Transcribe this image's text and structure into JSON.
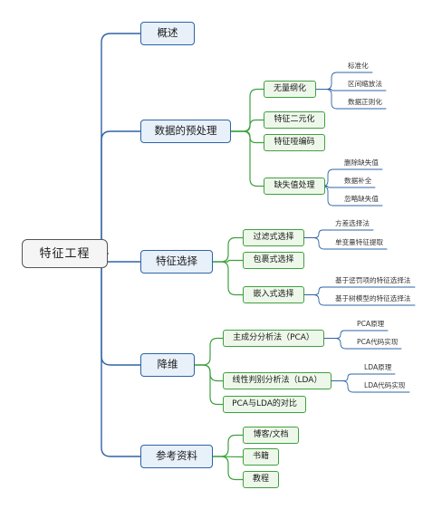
{
  "root": {
    "label": "特征工程"
  },
  "branches": [
    {
      "label": "概述",
      "children": []
    },
    {
      "label": "数据的预处理",
      "children": [
        {
          "label": "无量纲化",
          "children": [
            "标准化",
            "区间缩放法",
            "数据正则化"
          ]
        },
        {
          "label": "特征二元化",
          "children": []
        },
        {
          "label": "特征哑编码",
          "children": []
        },
        {
          "label": "缺失值处理",
          "children": [
            "删除缺失值",
            "数据补全",
            "忽略缺失值"
          ]
        }
      ]
    },
    {
      "label": "特征选择",
      "children": [
        {
          "label": "过滤式选择",
          "children": [
            "方差选择法",
            "单变量特征提取"
          ]
        },
        {
          "label": "包裹式选择",
          "children": []
        },
        {
          "label": "嵌入式选择",
          "children": [
            "基于惩罚项的特征选择法",
            "基于树模型的特征选择法"
          ]
        }
      ]
    },
    {
      "label": "降维",
      "children": [
        {
          "label": "主成分分析法（PCA）",
          "children": [
            "PCA原理",
            "PCA代码实现"
          ]
        },
        {
          "label": "线性判别分析法（LDA）",
          "children": [
            "LDA原理",
            "LDA代码实现"
          ]
        },
        {
          "label": "PCA与LDA的对比",
          "children": []
        }
      ]
    },
    {
      "label": "参考资料",
      "children": [
        {
          "label": "博客/文档",
          "children": []
        },
        {
          "label": "书籍",
          "children": []
        },
        {
          "label": "教程",
          "children": []
        }
      ]
    }
  ],
  "colors": {
    "root_border": "#555555",
    "level1": "#2e64a6",
    "level2": "#3fa03f",
    "leaf_line": "#2e64a6"
  }
}
